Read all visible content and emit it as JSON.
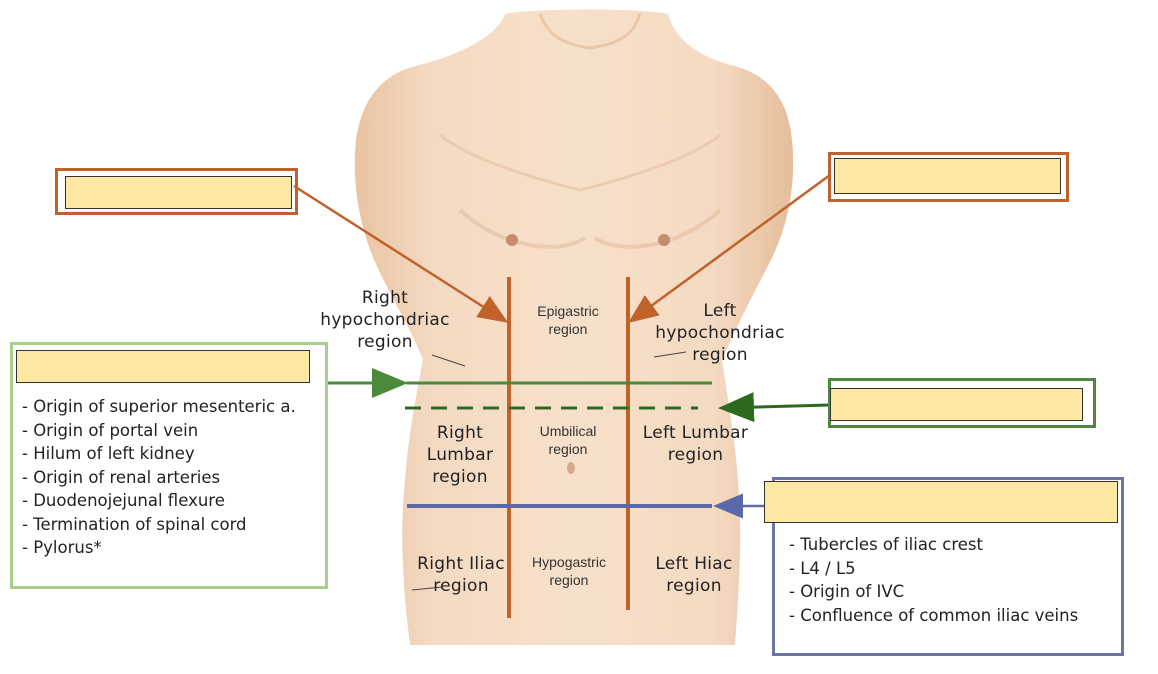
{
  "regions": {
    "right_hypochondriac": "Right\nhypochondriac\nregion",
    "epigastric": "Epigastric\nregion",
    "left_hypochondriac": "Left\nhypochondriac\nregion",
    "right_lumbar": "Right\nLumbar\nregion",
    "umbilical": "Umbilical\nregion",
    "left_lumbar": "Left Lumbar\nregion",
    "right_iliac": "Right Iliac\nregion",
    "hypogastric": "Hypogastric\nregion",
    "left_iliac": "Left Hiac\nregion"
  },
  "transpyloric_plane_items": [
    "- Origin of superior mesenteric a.",
    "- Origin of portal vein",
    "- Hilum of left kidney",
    "- Origin of renal arteries",
    "- Duodenojejunal flexure",
    "- Termination of spinal cord",
    "- Pylorus*"
  ],
  "intertubercular_plane_items": [
    "- Tubercles of iliac crest",
    "- L4 / L5",
    "- Origin of IVC",
    "- Confluence of common iliac veins"
  ],
  "colors": {
    "midclavicular_lines": "#c0622a",
    "transpyloric_line": "#4a8a3a",
    "subcostal_line": "#2e6a1e",
    "intertubercular_line": "#5a6aa8",
    "label_fill": "#fde8a3",
    "skin": "#f3d7bd"
  }
}
